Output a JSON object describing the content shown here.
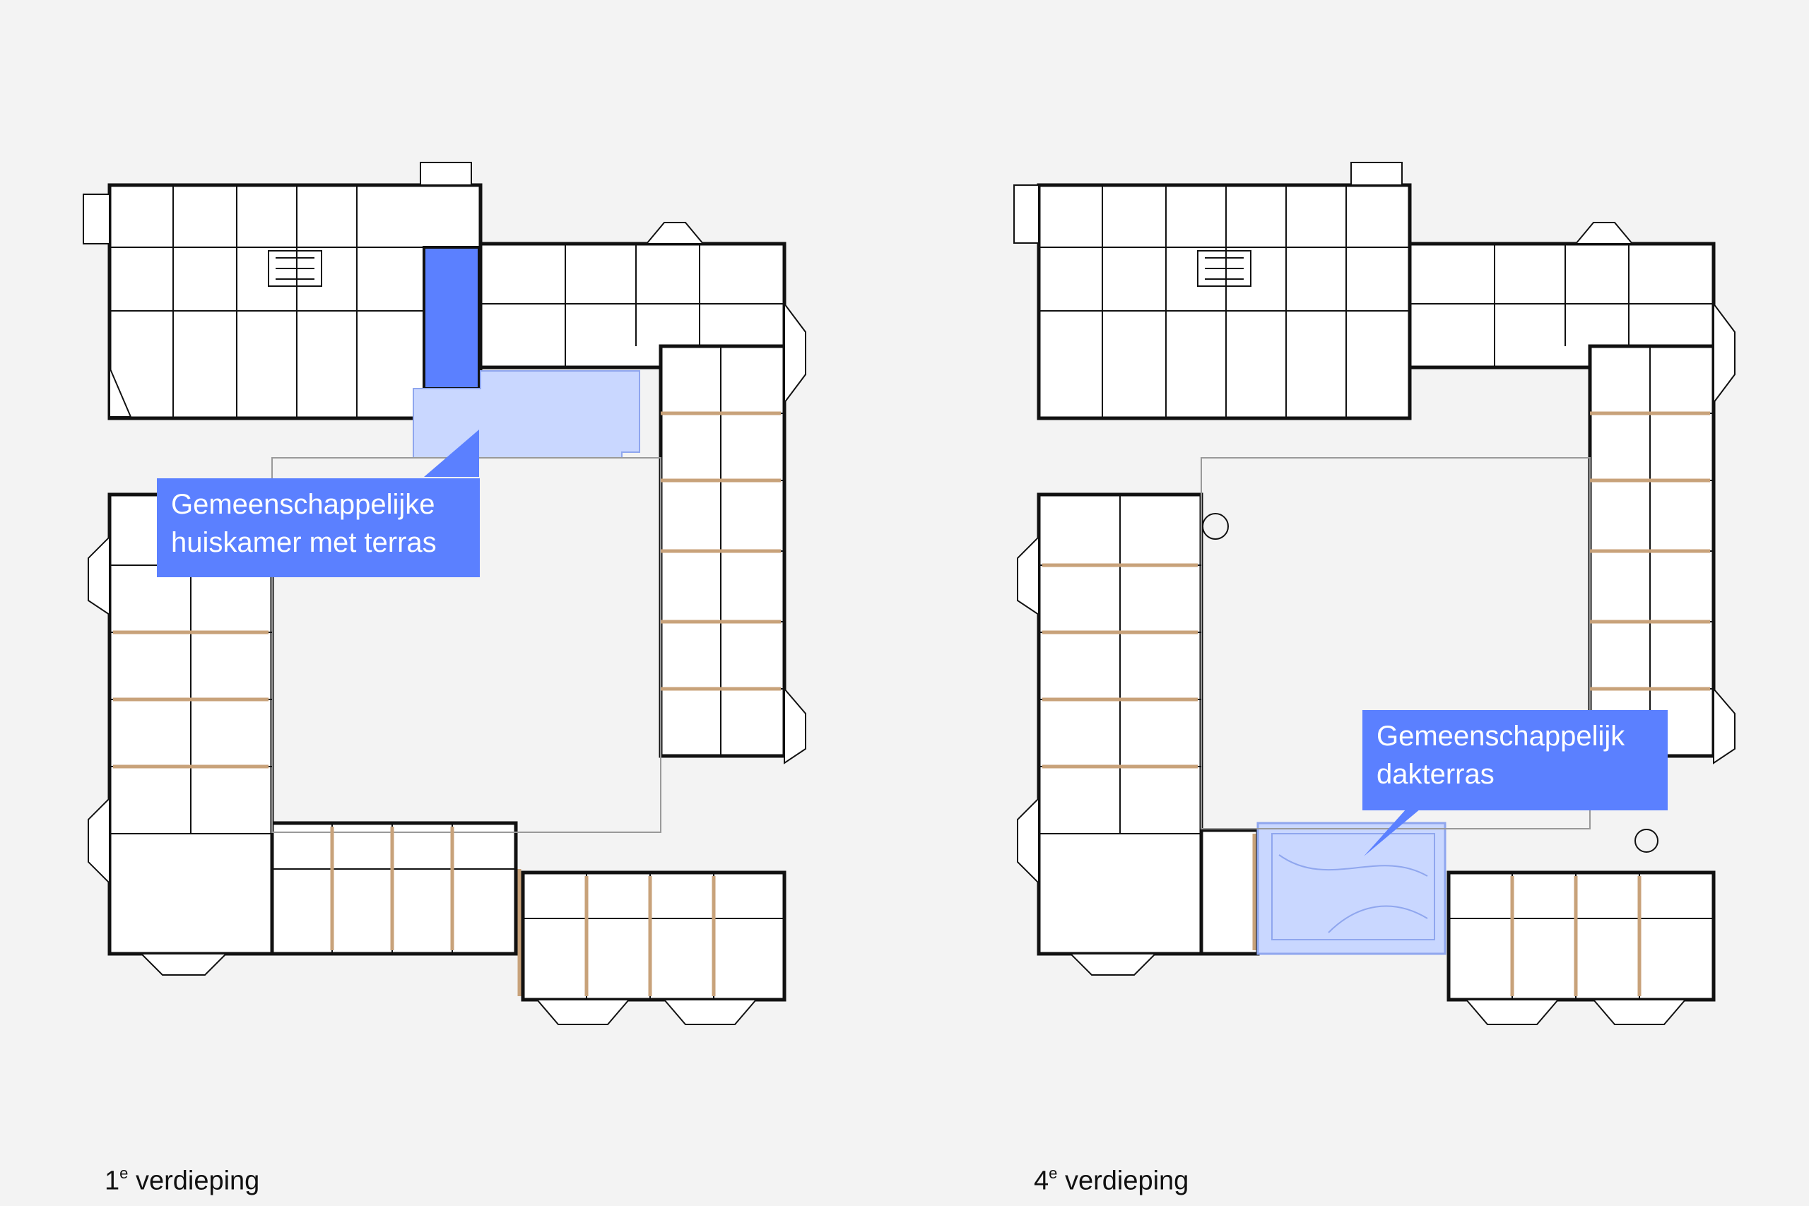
{
  "plans": [
    {
      "floor": "1",
      "suffix": "e",
      "label": "verdieping",
      "callout": [
        "Gemeenschappelijke",
        "huiskamer met terras"
      ],
      "highlight": "living room with terrace"
    },
    {
      "floor": "4",
      "suffix": "e",
      "label": "verdieping",
      "callout": [
        "Gemeenschappelijk",
        "dakterras"
      ],
      "highlight": "roof terrace"
    }
  ],
  "colors": {
    "background": "#f3f3f3",
    "accent": "#5b80ff",
    "accent_light": "#c9d7ff",
    "wall": "#111111",
    "room_fill": "#ffffff",
    "beam": "#c8a27a"
  }
}
